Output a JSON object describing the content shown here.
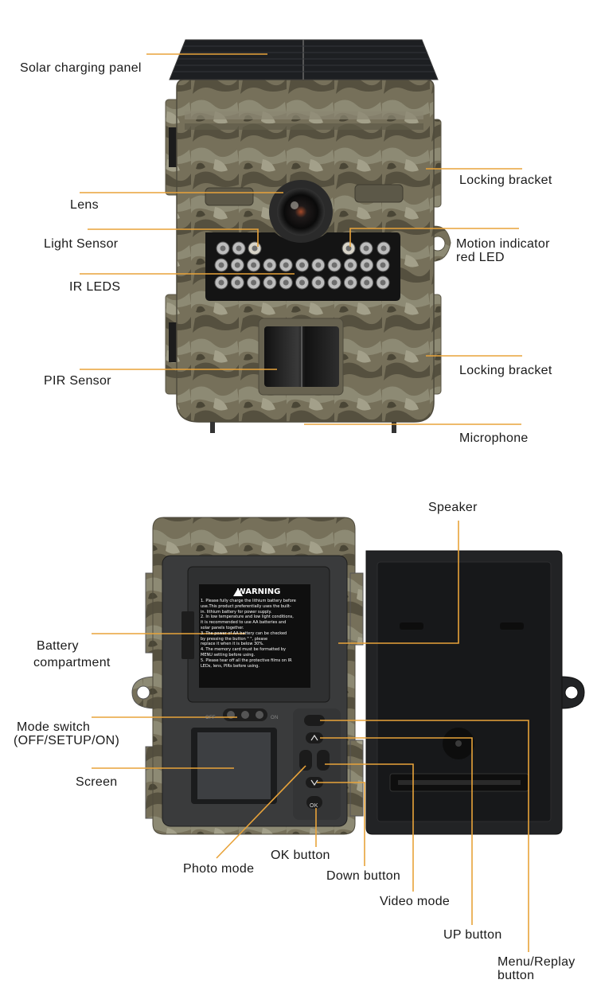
{
  "colors": {
    "leader": "#e8a33a",
    "camo_base": "#6f6a55",
    "body_dark": "#2b2b2b"
  },
  "front_view": {
    "labels": {
      "solar_panel": "Solar charging panel",
      "lens": "Lens",
      "light_sensor": "Light Sensor",
      "ir_leds": "IR LEDS",
      "pir_sensor": "PIR Sensor",
      "locking_bracket_top": "Locking bracket",
      "motion_led_1": "Motion indicator",
      "motion_led_2": "red LED",
      "locking_bracket_bottom": "Locking bracket",
      "microphone": "Microphone"
    }
  },
  "back_view": {
    "labels": {
      "speaker": "Speaker",
      "battery_1": "Battery",
      "battery_2": "compartment",
      "mode_switch_1": "Mode switch",
      "mode_switch_2": "(OFF/SETUP/ON)",
      "screen": "Screen",
      "photo_mode": "Photo mode",
      "ok_button": "OK button",
      "down_button": "Down button",
      "video_mode": "Video mode",
      "up_button": "UP button",
      "menu_replay_1": "Menu/Replay",
      "menu_replay_2": "button"
    },
    "warning_sticker": {
      "title": "WARNING",
      "lines": [
        "1. Please fully charge the lithium battery before",
        "use.This product preferentially uses the built-",
        "in. lithium battery for power supply.",
        "2. In low temperature and low light conditions,",
        "it is recommended to use AA batteries and",
        "solar panels together.",
        "3. The power of AA battery can be checked",
        "by pressing the button \" \", please",
        "replace it when it is below 30%.",
        "4. The memory card must be formatted by",
        "MENU setting before using.",
        "5. Please tear off all the protective films on IR",
        "LEDs, lens, PIRs before using."
      ]
    },
    "switch_text": {
      "off": "OFF",
      "on": "ON"
    },
    "ok_key": "OK"
  }
}
